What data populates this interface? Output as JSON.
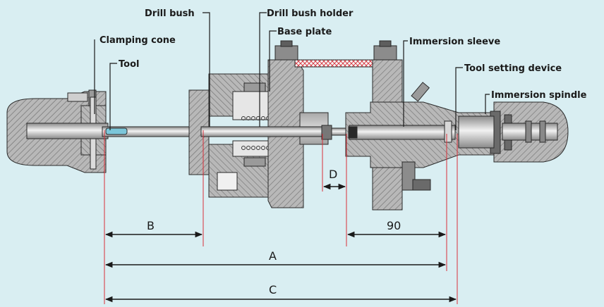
{
  "labels": {
    "drill_bush": "Drill bush",
    "drill_bush_holder": "Drill bush holder",
    "base_plate": "Base plate",
    "clamping_cone": "Clamping cone",
    "tool": "Tool",
    "immersion_sleeve": "Immersion sleeve",
    "tool_setting_device": "Tool setting device",
    "immersion_spindle": "Immersion spindle"
  },
  "dimensions": {
    "b": "B",
    "d": "D",
    "ninety": "90",
    "a": "A",
    "c": "C"
  },
  "colors": {
    "background": "#d9eef2",
    "metal_light": "#bdbdbd",
    "metal_mid": "#9e9e9e",
    "metal_dark": "#7d7d7d",
    "red_lines": "#d9303a",
    "arrows": "#1a1a1a"
  }
}
